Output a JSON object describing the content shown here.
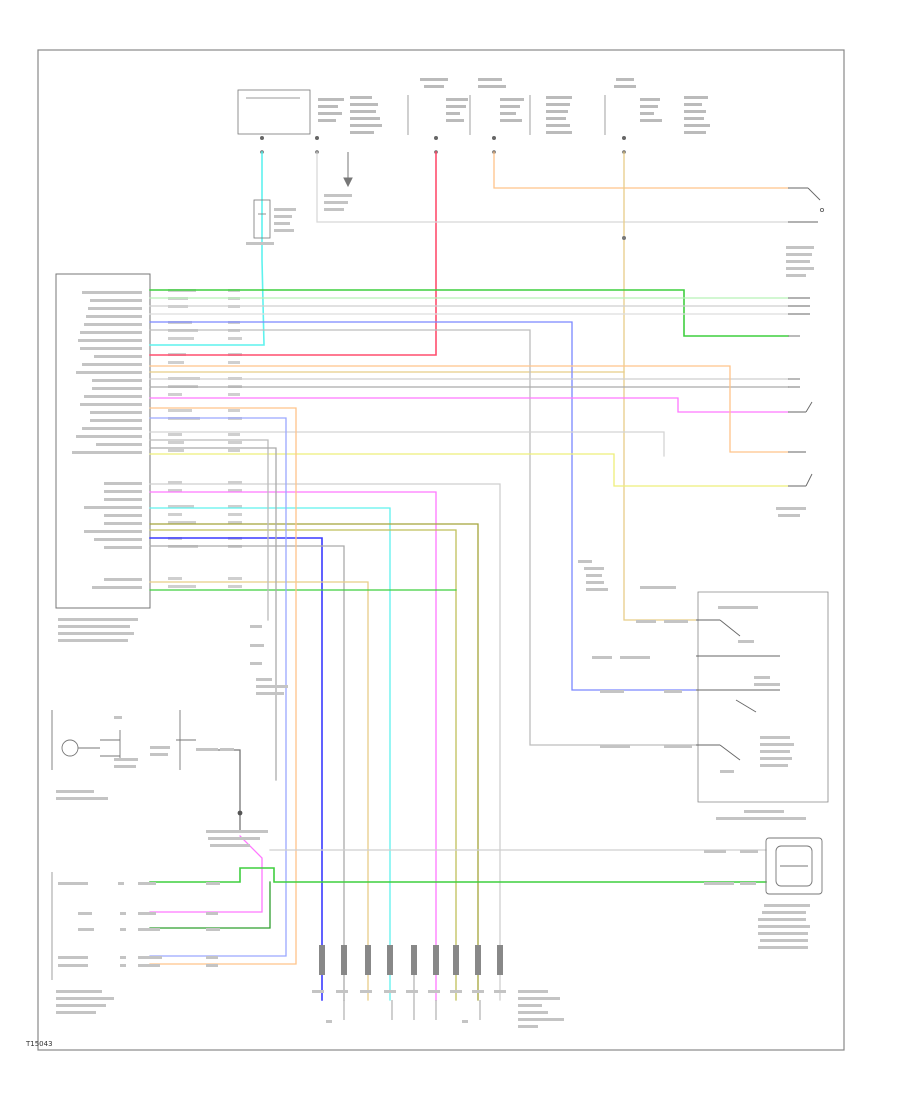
{
  "figure_label": "T15043",
  "colors": {
    "cyan": "#5ff2ee",
    "red": "#ff4e6e",
    "orange": "#ffc48a",
    "tan": "#e8cd88",
    "green": "#3fcf3f",
    "light_green": "#b7f2b7",
    "gray": "#bdbdbd",
    "light_gray": "#dedede",
    "pink": "#ff77ff",
    "yellow": "#eeef7a",
    "blue": "#7a87ff",
    "dark_blue": "#3a3aff",
    "olive": "#a5a53a",
    "frame": "#777777"
  },
  "icons": [
    "ground-symbol",
    "switch-symbol",
    "connector-symbol",
    "splice-dot"
  ]
}
